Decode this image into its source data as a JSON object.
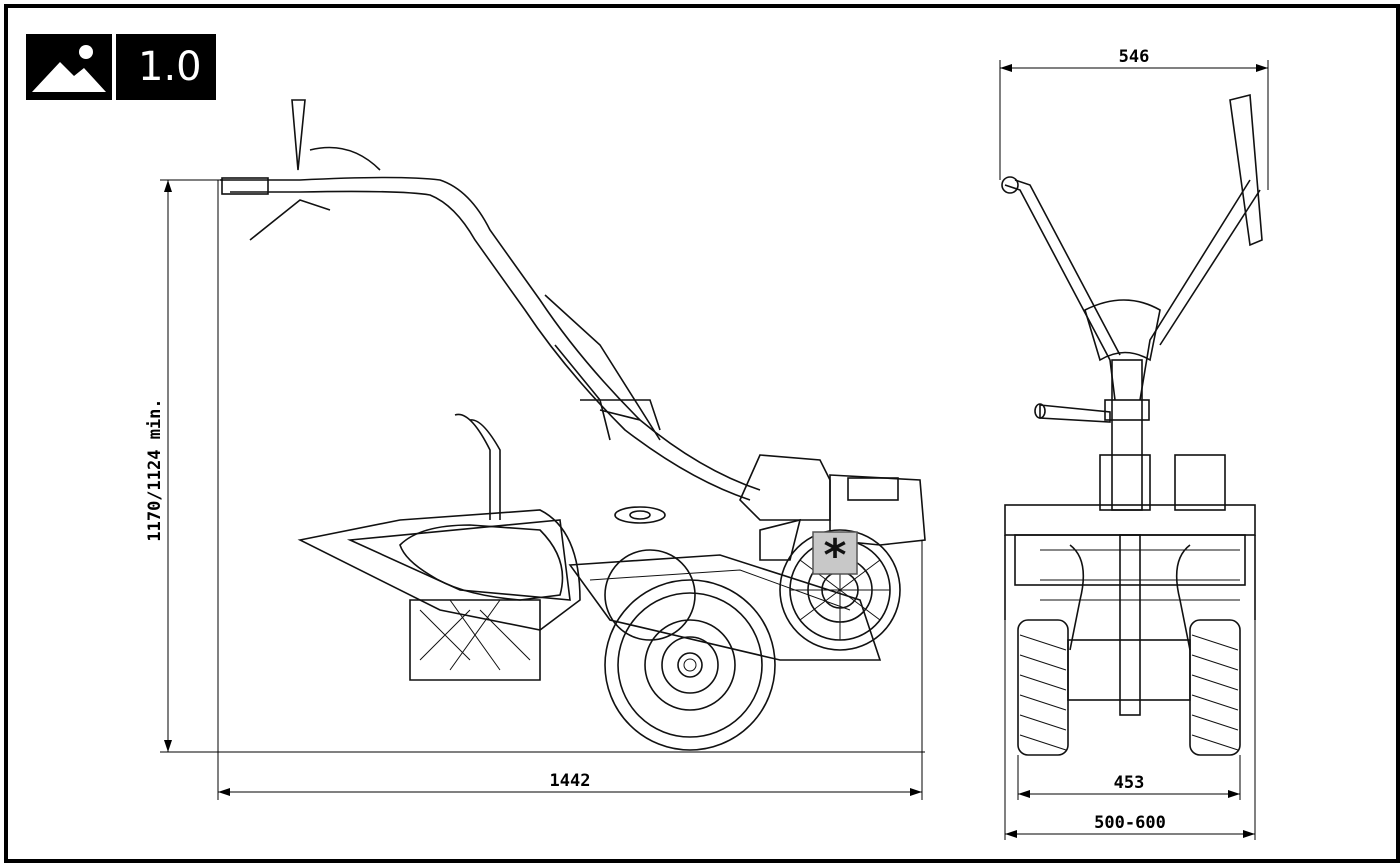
{
  "figure": {
    "number": "1.0",
    "icon": "image-icon"
  },
  "dimensions": {
    "height": "1170/1124 min.",
    "length": "1442",
    "top_width": "546",
    "track_width": "453",
    "working_width": "500-600"
  },
  "marker": {
    "symbol": "*",
    "color": "#c8c8c8"
  }
}
